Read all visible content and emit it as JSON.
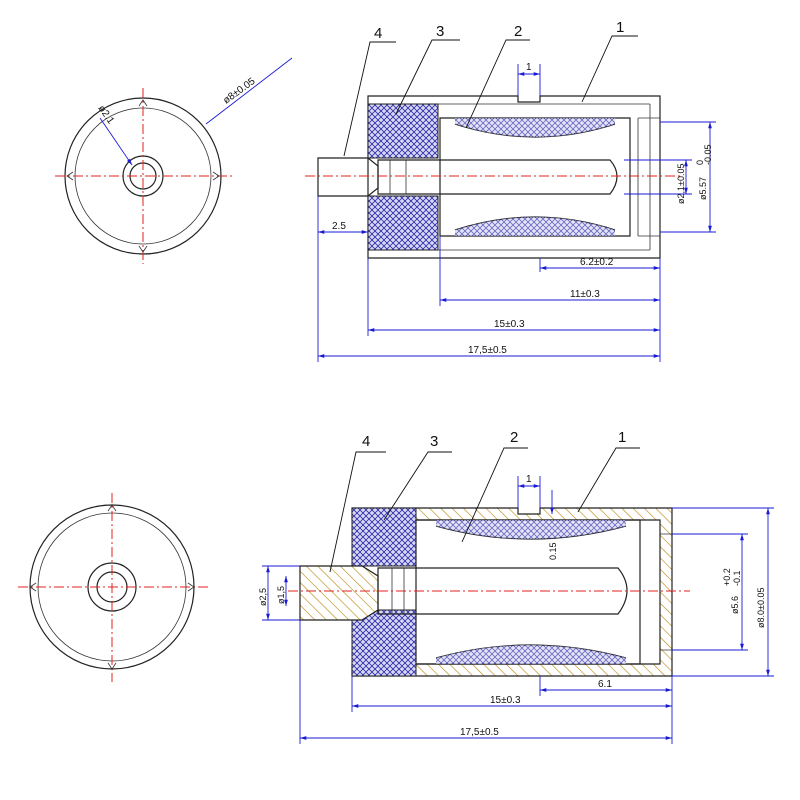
{
  "callouts": [
    "1",
    "2",
    "3",
    "4"
  ],
  "top": {
    "end_view": {
      "outer_diameter": "ø8±0.05",
      "inner_diameter": "ø2.1"
    },
    "dims": {
      "groove": "1",
      "pin_dia": "ø2,1±0.05",
      "bore_dia": "ø5.57",
      "bore_tol_upper": "0",
      "bore_tol_lower": "-0.05",
      "stub": "2.5",
      "len_6": "6.2±0.2",
      "len_11": "11±0.3",
      "len_15": "15±0.3",
      "len_17": "17,5±0.5"
    }
  },
  "bottom": {
    "dims": {
      "groove": "1",
      "wall": "0.15",
      "stub_outer": "ø2,5",
      "stub_inner": "ø1,5",
      "bore_dia": "ø5.6",
      "bore_tol_upper": "+0.2",
      "bore_tol_lower": "-0.1",
      "outer_dia": "ø8.0±0.05",
      "len_6": "6.1",
      "len_15": "15±0.3",
      "len_17": "17,5±0.5"
    }
  },
  "colors": {
    "outline": "#222222",
    "centerline": "#e0201f",
    "dimension": "#1a1ad6",
    "crosshatch": "#2a2aa8",
    "hatch_section": "#b8860b"
  }
}
